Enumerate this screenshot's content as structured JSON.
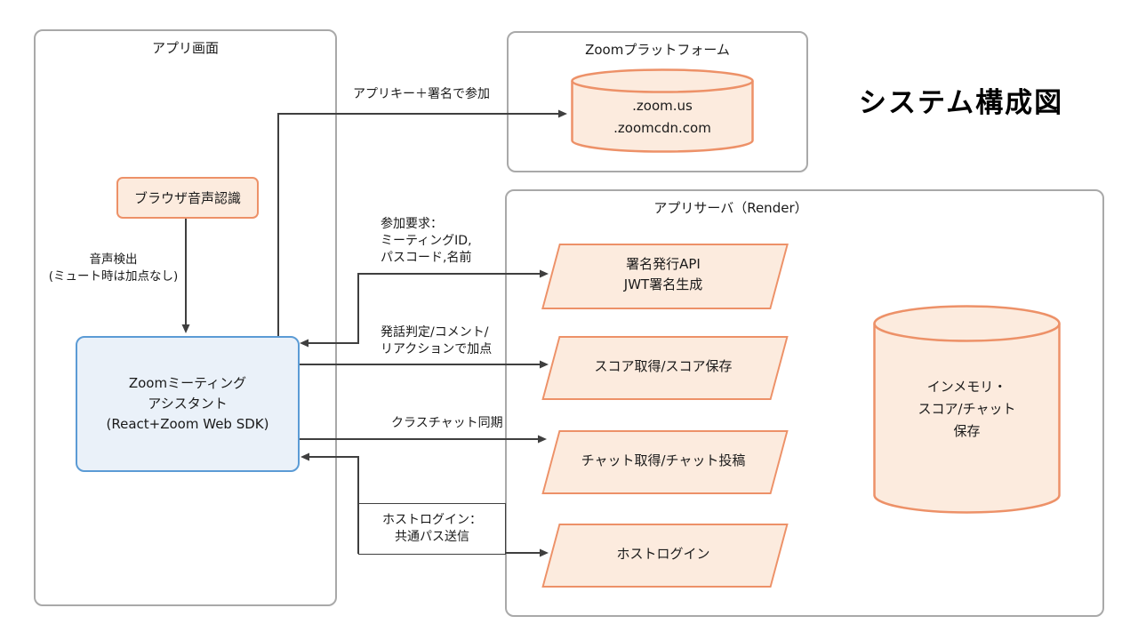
{
  "title": "システム構成図",
  "containers": {
    "app_screen": {
      "title": "アプリ画面"
    },
    "zoom_platform": {
      "title": "Zoomプラットフォーム"
    },
    "app_server": {
      "title": "アプリサーバ（Render）"
    }
  },
  "nodes": {
    "browser_voice": {
      "label": "ブラウザ音声認識"
    },
    "assistant": {
      "lines": [
        "Zoomミーティング",
        "アシスタント",
        "(React+Zoom Web SDK)"
      ]
    },
    "zoom_domains": {
      "lines": [
        ".zoom.us",
        ".zoomcdn.com"
      ]
    },
    "signature_api": {
      "lines": [
        "署名発行API",
        "JWT署名生成"
      ]
    },
    "score_api": {
      "label": "スコア取得/スコア保存"
    },
    "chat_api": {
      "label": "チャット取得/チャット投稿"
    },
    "host_login_api": {
      "label": "ホストログイン"
    },
    "memory_store": {
      "lines": [
        "インメモリ・",
        "スコア/チャット",
        "保存"
      ]
    }
  },
  "edge_labels": {
    "voice": {
      "lines": [
        "音声検出",
        "(ミュート時は加点なし)"
      ]
    },
    "join_zoom": {
      "label": "アプリキー＋署名で参加"
    },
    "join_request": {
      "lines": [
        "参加要求：",
        "ミーティングID,",
        "パスコード,名前"
      ]
    },
    "score": {
      "lines": [
        "発話判定/コメント/",
        "リアクションで加点"
      ]
    },
    "chat_sync": {
      "label": "クラスチャット同期"
    },
    "host_login": {
      "lines": [
        "ホストログイン：",
        "共通パス送信"
      ]
    }
  },
  "colors": {
    "orange_border": "#ed9168",
    "orange_fill": "#fcebde",
    "blue_border": "#5b9bd5",
    "blue_fill": "#eaf1f9",
    "container_border": "#a9a9a9",
    "connector": "#3f3f3f"
  }
}
